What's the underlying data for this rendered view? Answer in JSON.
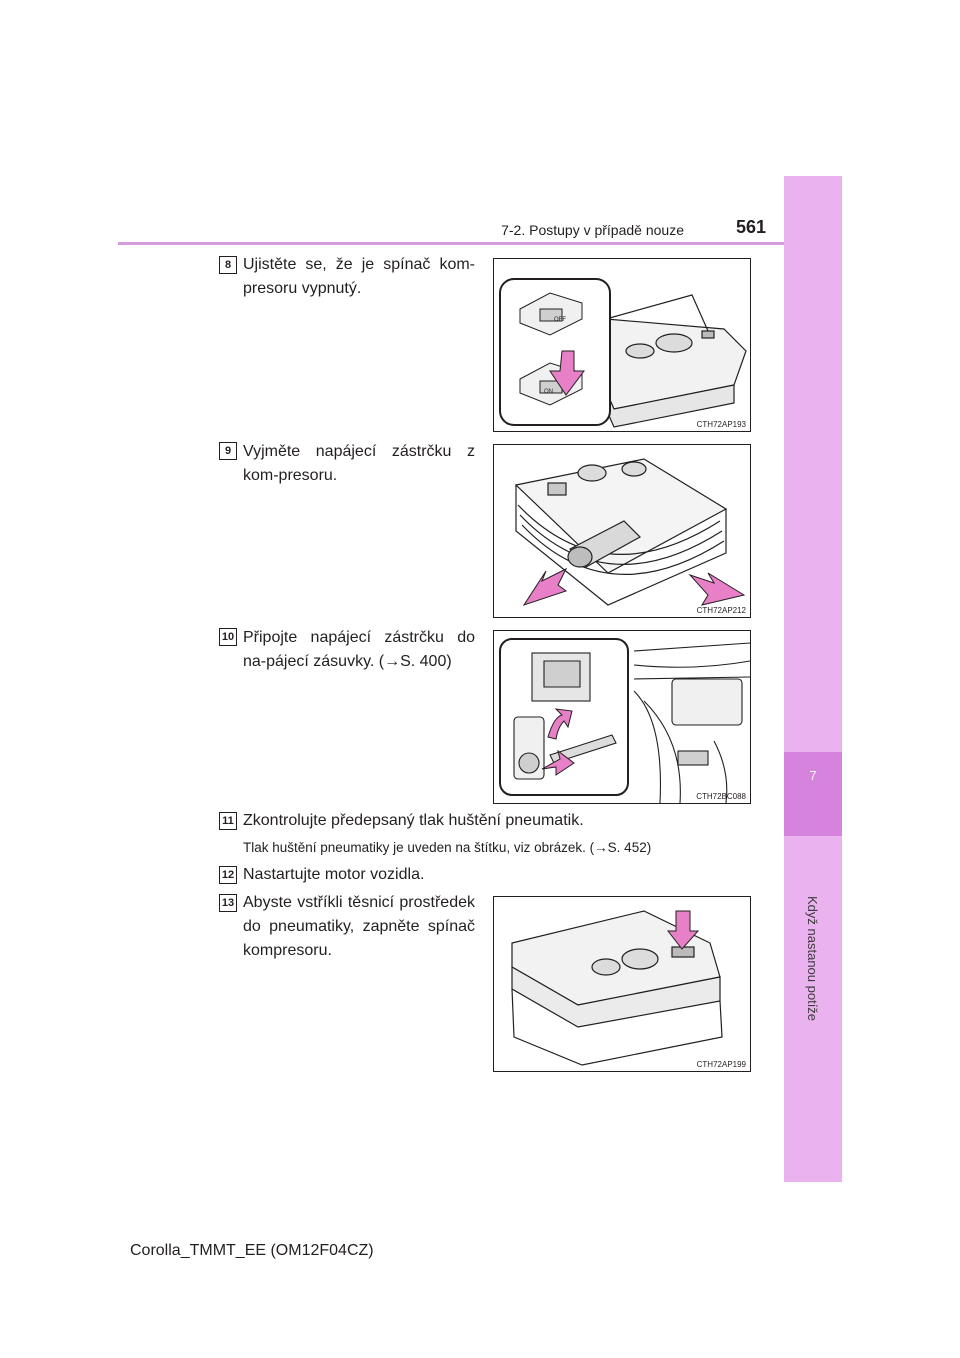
{
  "header": {
    "section": "7-2. Postupy v případě nouze",
    "page_number": "561"
  },
  "sidebar": {
    "chapter_number": "7",
    "chapter_title": "Když nastanou potíže"
  },
  "steps": [
    {
      "number": "8",
      "text": "Ujistěte se, že je spínač kom-presoru vypnutý.",
      "figure_code": "CTH72AP193"
    },
    {
      "number": "9",
      "text": "Vyjměte napájecí zástrčku z kom-presoru.",
      "figure_code": "CTH72AP212"
    },
    {
      "number": "10",
      "text": "Připojte napájecí zástrčku do na-pájecí zásuvky. (→S. 400)",
      "figure_code": "CTH72BC088"
    },
    {
      "number": "11",
      "text": "Zkontrolujte předepsaný tlak huštění pneumatik.",
      "note": "Tlak huštění pneumatiky je uveden na štítku, viz obrázek. (→S. 452)"
    },
    {
      "number": "12",
      "text": "Nastartujte motor vozidla."
    },
    {
      "number": "13",
      "text": "Abyste vstříkli těsnicí prostředek do pneumatiky, zapněte spínač kompresoru.",
      "figure_code": "CTH72AP199"
    }
  ],
  "figure_labels": {
    "off": "OFF",
    "on": "ON"
  },
  "footer": {
    "text": "Corolla_TMMT_EE (OM12F04CZ)"
  }
}
